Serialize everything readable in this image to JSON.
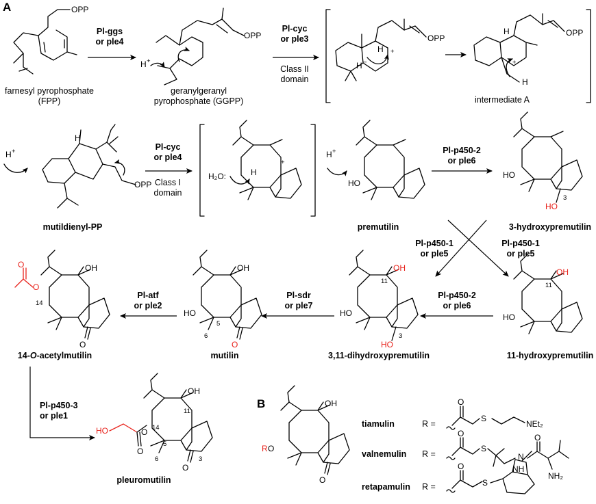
{
  "panels": {
    "a": "A",
    "b": "B"
  },
  "enzymes": {
    "ggs": {
      "line1": "Pl-ggs",
      "line2": "or ple4"
    },
    "cyc2": {
      "line1": "Pl-cyc",
      "line2": "or ple3",
      "dom1": "Class II",
      "dom2": "domain"
    },
    "cyc1": {
      "line1": "Pl-cyc",
      "line2": "or ple4",
      "dom1": "Class I",
      "dom2": "domain"
    },
    "p450_2a": {
      "line1": "Pl-p450-2",
      "line2": "or ple6"
    },
    "p450_1a": {
      "line1": "Pl-p450-1",
      "line2": "or ple5"
    },
    "p450_1b": {
      "line1": "Pl-p450-1",
      "line2": "or ple5"
    },
    "p450_2b": {
      "line1": "Pl-p450-2",
      "line2": "or ple6"
    },
    "sdr": {
      "line1": "Pl-sdr",
      "line2": "or ple7"
    },
    "atf": {
      "line1": "Pl-atf",
      "line2": "or ple2"
    },
    "p450_3": {
      "line1": "Pl-p450-3",
      "line2": "or ple1"
    }
  },
  "compounds": {
    "fpp": {
      "line1": "farnesyl pyrophosphate",
      "line2": "(FPP)"
    },
    "ggpp": {
      "line1": "geranylgeranyl",
      "line2": "pyrophosphate (GGPP)"
    },
    "intA": "intermediate A",
    "mutildienyl": "mutildienyl-PP",
    "premutilin": "premutilin",
    "hydroxy3": "3-hydroxypremutilin",
    "hydroxy11": "11-hydroxypremutilin",
    "dihydroxy": "3,11-dihydroxypremutilin",
    "mutilin": "mutilin",
    "acetyl": {
      "pre": "14-",
      "ital": "O",
      "post": "-acetylmutilin"
    },
    "pleuromutilin": "pleuromutilin"
  },
  "atoms": {
    "opp": "OPP",
    "h": "H",
    "hplus": "H",
    "plus": "+",
    "minus": "−",
    "h2o": "H₂O:",
    "ho": "HO",
    "oh": "OH",
    "o": "O",
    "r": "R",
    "s": "S",
    "n": "N",
    "nh": "NH",
    "nh2": "NH₂",
    "net2": "NEt₂"
  },
  "locants": {
    "c3": "3",
    "c5": "5",
    "c6": "6",
    "c11": "11",
    "c14": "14"
  },
  "drugs": {
    "tiamulin": "tiamulin",
    "valnemulin": "valnemulin",
    "retapamulin": "retapamulin",
    "r_eq": "R ="
  }
}
